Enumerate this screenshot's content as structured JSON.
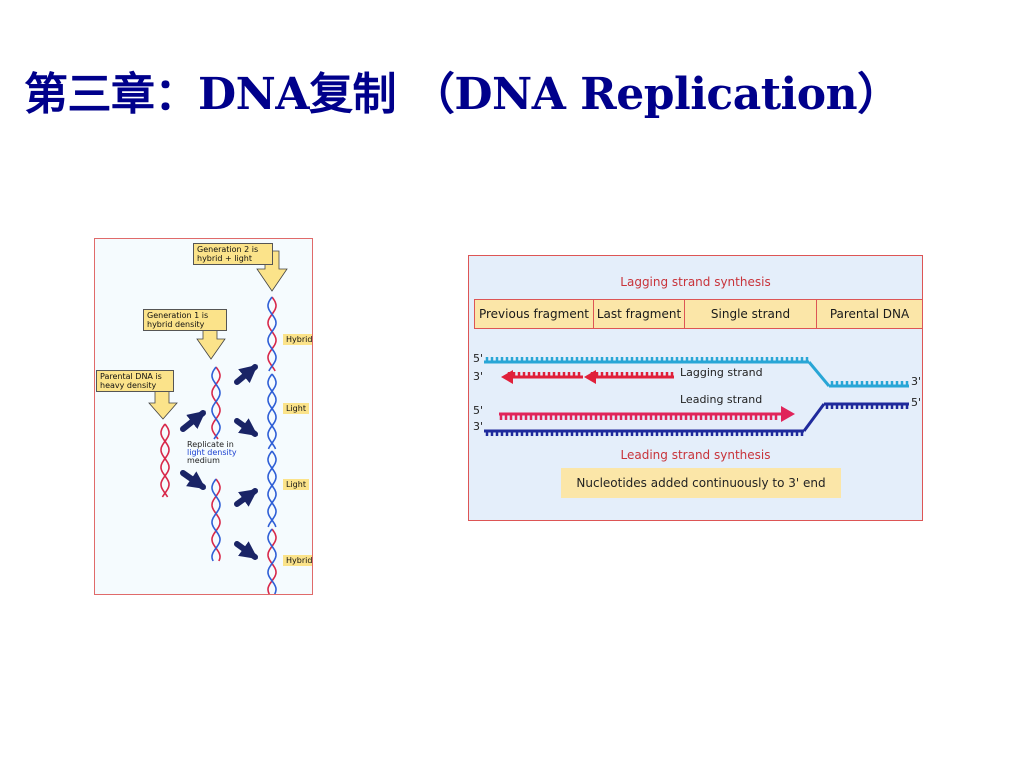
{
  "slide": {
    "title": "第三章：DNA复制 （DNA Replication）"
  },
  "figure1": {
    "callouts": {
      "gen2": "Generation 2 is hybrid + light",
      "gen1": "Generation 1 is hybrid density",
      "parental": "Parental DNA is heavy density"
    },
    "replicate": {
      "line1": "Replicate in",
      "line2": "light density",
      "line3": "medium"
    },
    "tags": [
      "Hybrid",
      "Light",
      "Light",
      "Hybrid"
    ]
  },
  "figure2": {
    "top_title": "Lagging strand synthesis",
    "segments": [
      "Previous fragment",
      "Last fragment",
      "Single strand",
      "Parental DNA"
    ],
    "strand_ends": {
      "top_5": "5'",
      "top_3": "3'",
      "bottom_5": "5'",
      "bottom_3": "3'",
      "right_3": "3'",
      "right_5": "5'"
    },
    "lagging_label": "Lagging strand",
    "leading_label": "Leading strand",
    "bottom_title": "Leading strand synthesis",
    "note": "Nucleotides added continuously to 3' end",
    "colors": {
      "lagging_template": "#29a6d6",
      "leading_template": "#1f2a9c",
      "new_strand": "#e0245a",
      "fragment_arrow": "#e0203a"
    }
  }
}
